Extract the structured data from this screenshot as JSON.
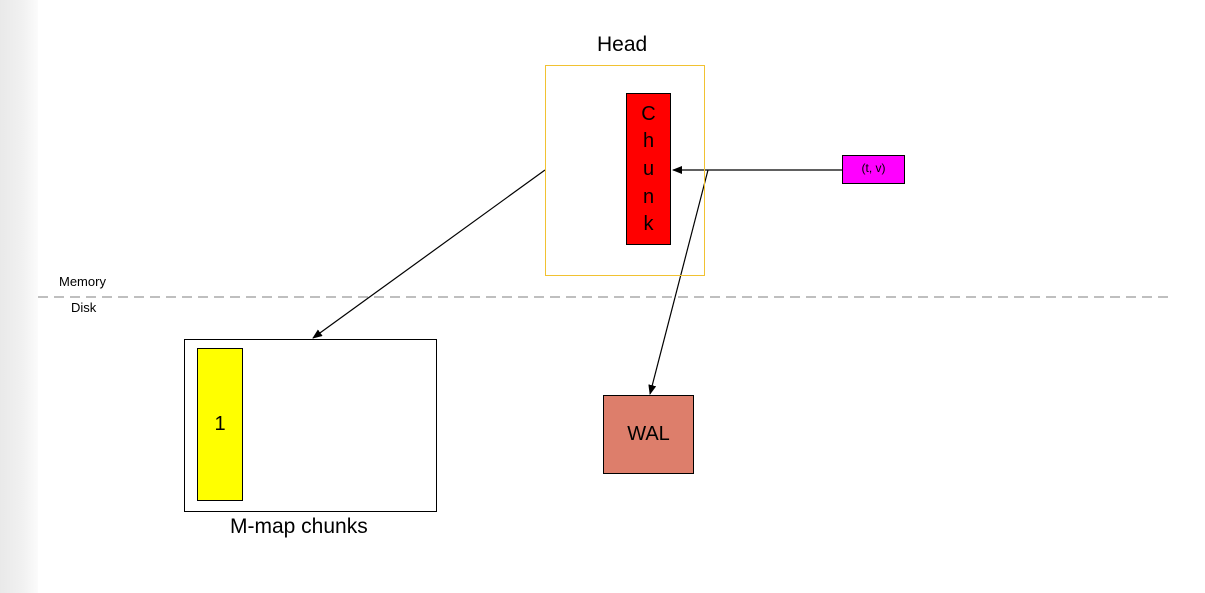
{
  "diagram": {
    "head_title": "Head",
    "chunk_letters": [
      "C",
      "h",
      "u",
      "n",
      "k"
    ],
    "sample_label": "(t, v)",
    "memory_label": "Memory",
    "disk_label": "Disk",
    "mmap_chunk_label": "1",
    "mmap_caption": "M-map chunks",
    "wal_label": "WAL"
  },
  "colors": {
    "head_border": "#f1c232",
    "chunk_fill": "#ff0000",
    "sample_fill": "#ff00ff",
    "mmap_chunk_fill": "#ffff00",
    "wal_fill": "#dd7e6b",
    "divider": "#999999"
  },
  "edges": [
    {
      "from": "sample",
      "to": "head-chunk"
    },
    {
      "from": "head",
      "to": "mmap-chunks"
    },
    {
      "from": "sample",
      "to": "wal"
    }
  ]
}
